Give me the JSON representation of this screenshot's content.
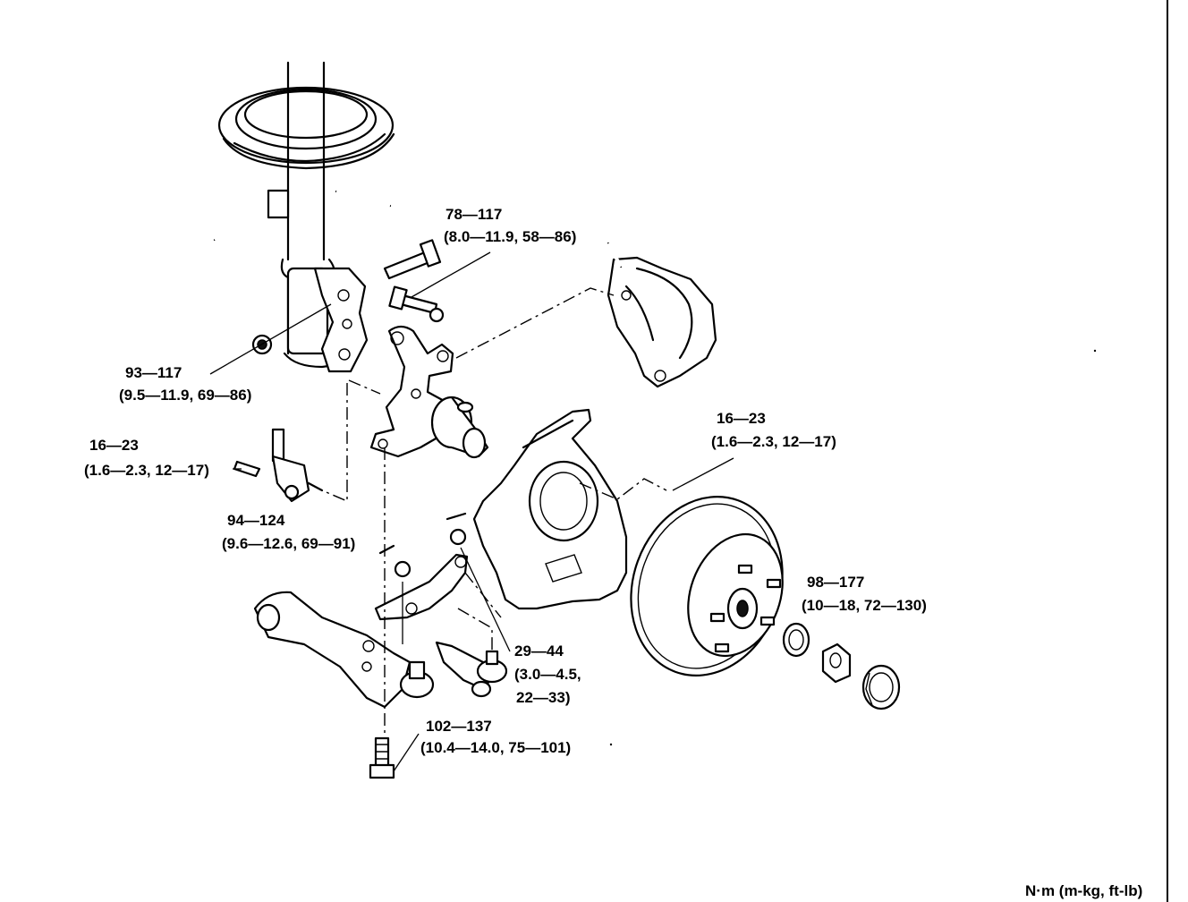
{
  "diagram": {
    "units_caption": "N·m (m-kg, ft-lb)",
    "torque_labels": [
      {
        "id": "strut-knuckle-bolts",
        "range": "78—117",
        "detail": "(8.0—11.9, 58—86)"
      },
      {
        "id": "strut-knuckle-nuts",
        "range": "93—117",
        "detail": "(9.5—11.9, 69—86)"
      },
      {
        "id": "abs-sensor-bolt",
        "range": "16—23",
        "detail": "(1.6—2.3, 12—17)"
      },
      {
        "id": "knuckle-arm-nut",
        "range": "94—124",
        "detail": "(9.6—12.6, 69—91)"
      },
      {
        "id": "dust-cover-bolt",
        "range": "16—23",
        "detail": "(1.6—2.3, 12—17)"
      },
      {
        "id": "hub-nut",
        "range": "98—177",
        "detail": "(10—18, 72—130)"
      },
      {
        "id": "tie-rod-nut",
        "range": "29—44",
        "detail": "(3.0—4.5,",
        "detail2": "22—33)"
      },
      {
        "id": "ball-joint-bolt",
        "range": "102—137",
        "detail": "(10.4—14.0, 75—101)"
      }
    ]
  }
}
